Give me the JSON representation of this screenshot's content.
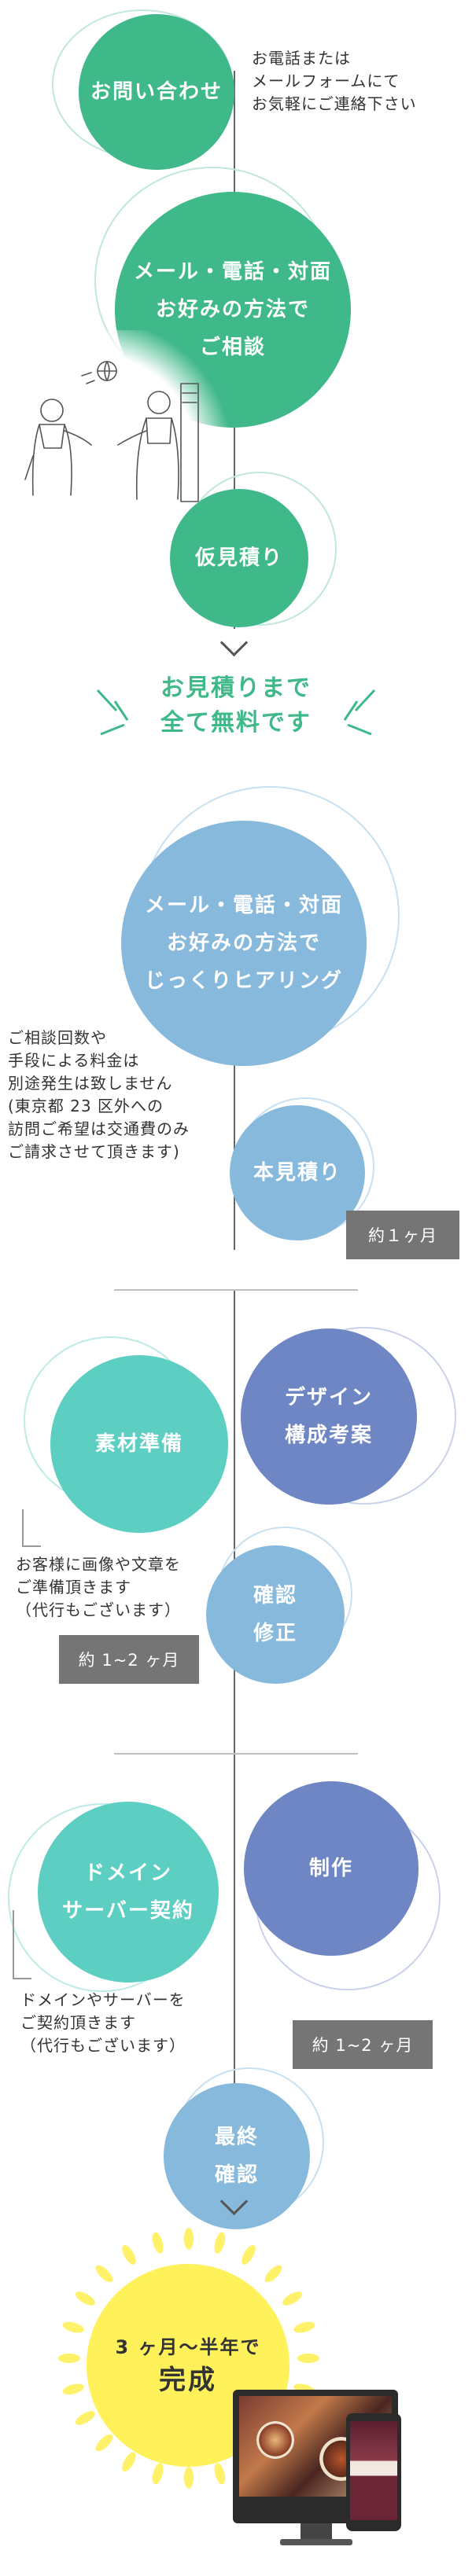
{
  "colors": {
    "green": "#3fb88a",
    "blue": "#86b9dc",
    "teal": "#5ccfc2",
    "purple": "#6f86c4",
    "yellow": "#fff15a",
    "accent_text": "#3fb88a"
  },
  "steps": {
    "inquiry": {
      "label": "お問い合わせ",
      "note": [
        "お電話または",
        "メールフォームにて",
        "お気軽にご連絡下さい"
      ]
    },
    "consult": {
      "lines": [
        "メール・電話・対面",
        "お好みの方法で",
        "ご相談"
      ]
    },
    "prelim_estimate": {
      "label": "仮見積り"
    },
    "free_notice": {
      "lines": [
        "お見積りまで",
        "全て無料です"
      ]
    },
    "hearing": {
      "lines": [
        "メール・電話・対面",
        "お好みの方法で",
        "じっくりヒアリング"
      ]
    },
    "hearing_note": [
      "ご相談回数や",
      "手段による料金は",
      "別途発生は致しません",
      "(東京都 23 区外への",
      "訪問ご希望は交通費のみ",
      "ご請求させて頂きます)"
    ],
    "final_estimate": {
      "label": "本見積り",
      "duration": "約１ヶ月"
    },
    "materials": {
      "label": "素材準備",
      "note": [
        "お客様に画像や文章を",
        "ご準備頂きます",
        "（代行もございます）"
      ],
      "duration": "約 1~2 ヶ月"
    },
    "design": {
      "lines": [
        "デザイン",
        "構成考案"
      ]
    },
    "review": {
      "lines": [
        "確認",
        "修正"
      ]
    },
    "domain": {
      "lines": [
        "ドメイン",
        "サーバー契約"
      ],
      "note": [
        "ドメインやサーバーを",
        "ご契約頂きます",
        "（代行もございます）"
      ]
    },
    "production": {
      "label": "制作",
      "duration": "約 1~2 ヶ月"
    },
    "final_check": {
      "lines": [
        "最終",
        "確認"
      ]
    },
    "complete": {
      "top": "3 ヶ月〜半年で",
      "bottom": "完成"
    }
  }
}
